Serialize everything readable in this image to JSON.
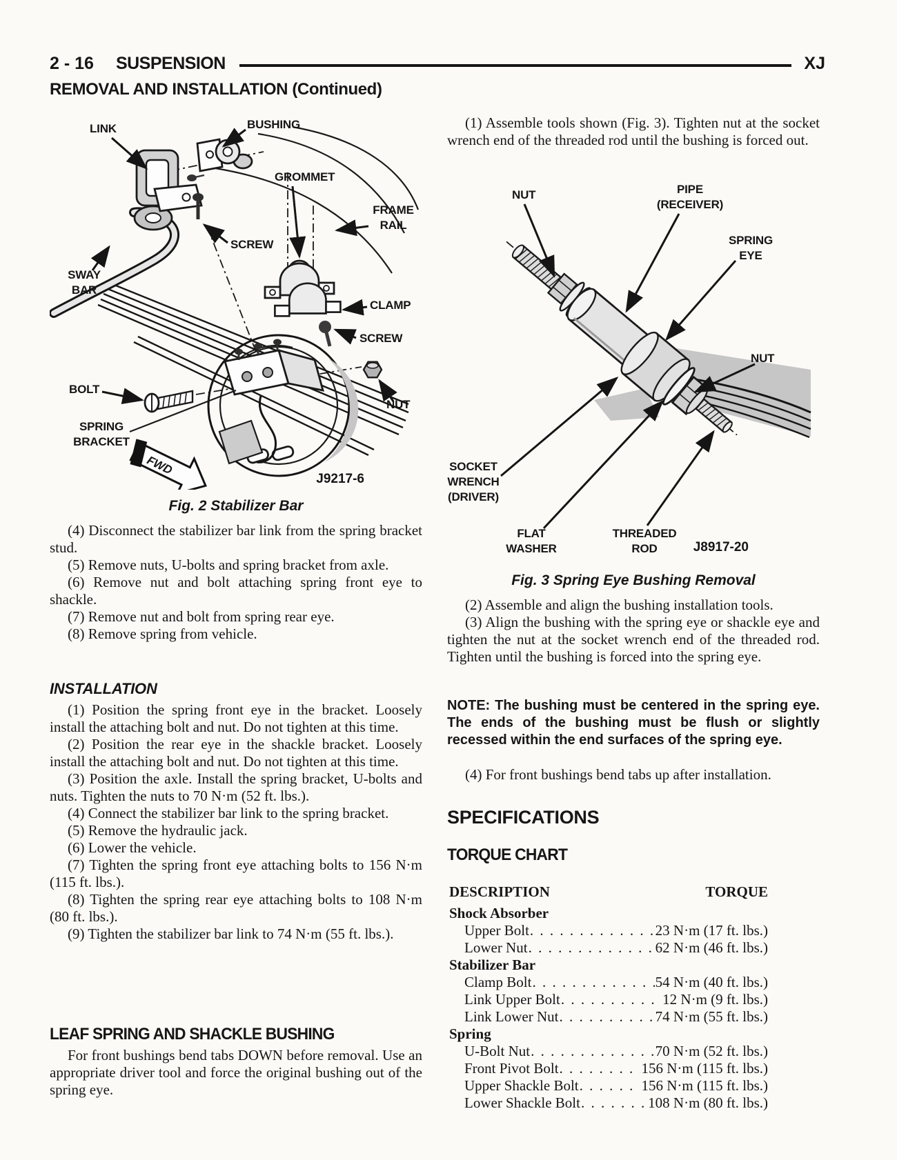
{
  "header": {
    "page_number": "2 - 16",
    "section_title": "SUSPENSION",
    "vehicle_code": "XJ"
  },
  "main_heading": "REMOVAL AND INSTALLATION (Continued)",
  "left_column": {
    "fig2": {
      "caption": "Fig. 2 Stabilizer Bar",
      "ref_code": "J9217-6",
      "labels": {
        "link": "LINK",
        "bushing": "BUSHING",
        "grommet": "GROMMET",
        "frame_rail_line1": "FRAME",
        "frame_rail_line2": "RAIL",
        "screw_upper": "SCREW",
        "sway_bar_line1": "SWAY",
        "sway_bar_line2": "BAR",
        "clamp": "CLAMP",
        "screw_lower": "SCREW",
        "bolt": "BOLT",
        "nut": "NUT",
        "spring_bracket_line1": "SPRING",
        "spring_bracket_line2": "BRACKET",
        "fwd": "FWD"
      }
    },
    "removal_steps": [
      "(4) Disconnect the stabilizer bar link from the spring bracket stud.",
      "(5) Remove nuts, U-bolts and spring bracket from axle.",
      "(6) Remove nut and bolt attaching spring front eye to shackle.",
      "(7) Remove nut and bolt from spring rear eye.",
      "(8) Remove spring from vehicle."
    ],
    "installation_heading": "INSTALLATION",
    "installation_steps": [
      "(1) Position the spring front eye in the bracket. Loosely install the attaching bolt and nut. Do not tighten at this time.",
      "(2) Position the rear eye in the shackle bracket. Loosely install the attaching bolt and nut. Do not tighten at this time.",
      "(3) Position the axle. Install the spring bracket, U-bolts and nuts. Tighten the nuts to 70 N·m (52 ft. lbs.).",
      "(4) Connect the stabilizer bar link to the spring bracket.",
      "(5) Remove the hydraulic jack.",
      "(6) Lower the vehicle.",
      "(7) Tighten the spring front eye attaching bolts to 156 N·m (115 ft. lbs.).",
      "(8) Tighten the spring rear eye attaching bolts to 108 N·m (80 ft. lbs.).",
      "(9) Tighten the stabilizer bar link to 74 N·m (55 ft. lbs.)."
    ],
    "leaf_spring_heading": "LEAF SPRING AND SHACKLE BUSHING",
    "leaf_spring_text": "For front bushings bend tabs DOWN before removal. Use an appropriate driver tool and force the original bushing out of the spring eye."
  },
  "right_column": {
    "step1": "(1) Assemble tools shown (Fig. 3). Tighten nut at the socket wrench end of the threaded rod until the bushing is forced out.",
    "fig3": {
      "caption": "Fig. 3 Spring Eye Bushing Removal",
      "ref_code": "J8917-20",
      "labels": {
        "nut_top": "NUT",
        "pipe_line1": "PIPE",
        "pipe_line2": "(RECEIVER)",
        "spring_eye_line1": "SPRING",
        "spring_eye_line2": "EYE",
        "nut_right": "NUT",
        "socket_wrench_line1": "SOCKET",
        "socket_wrench_line2": "WRENCH",
        "socket_wrench_line3": "(DRIVER)",
        "flat_washer_line1": "FLAT",
        "flat_washer_line2": "WASHER",
        "threaded_rod_line1": "THREADED",
        "threaded_rod_line2": "ROD"
      }
    },
    "step2": "(2) Assemble and align the bushing installation tools.",
    "step3": "(3) Align the bushing with the spring eye or shackle eye and tighten the nut at the socket wrench end of the threaded rod. Tighten until the bushing is forced into the spring eye.",
    "note": "NOTE: The bushing must be centered in the spring eye. The ends of the bushing must be flush or slightly recessed within the end surfaces of the spring eye.",
    "step4": "(4) For front bushings bend tabs up after installation.",
    "specifications_heading": "SPECIFICATIONS",
    "torque_chart": {
      "heading": "TORQUE CHART",
      "col_description": "DESCRIPTION",
      "col_torque": "TORQUE",
      "groups": [
        {
          "name": "Shock Absorber",
          "rows": [
            {
              "label": "Upper Bolt",
              "value": "23 N·m (17 ft. lbs.)"
            },
            {
              "label": "Lower Nut",
              "value": "62 N·m (46 ft. lbs.)"
            }
          ]
        },
        {
          "name": "Stabilizer Bar",
          "rows": [
            {
              "label": "Clamp Bolt",
              "value": "54 N·m (40 ft. lbs.)"
            },
            {
              "label": "Link Upper Bolt",
              "value": "12 N·m (9 ft. lbs.)"
            },
            {
              "label": "Link Lower Nut",
              "value": "74 N·m (55 ft. lbs.)"
            }
          ]
        },
        {
          "name": "Spring",
          "rows": [
            {
              "label": "U-Bolt Nut",
              "value": "70 N·m (52 ft. lbs.)"
            },
            {
              "label": "Front Pivot Bolt",
              "value": "156 N·m (115 ft. lbs.)"
            },
            {
              "label": "Upper Shackle Bolt",
              "value": "156 N·m (115 ft. lbs.)"
            },
            {
              "label": "Lower Shackle Bolt",
              "value": "108 N·m (80 ft. lbs.)"
            }
          ]
        }
      ]
    }
  }
}
